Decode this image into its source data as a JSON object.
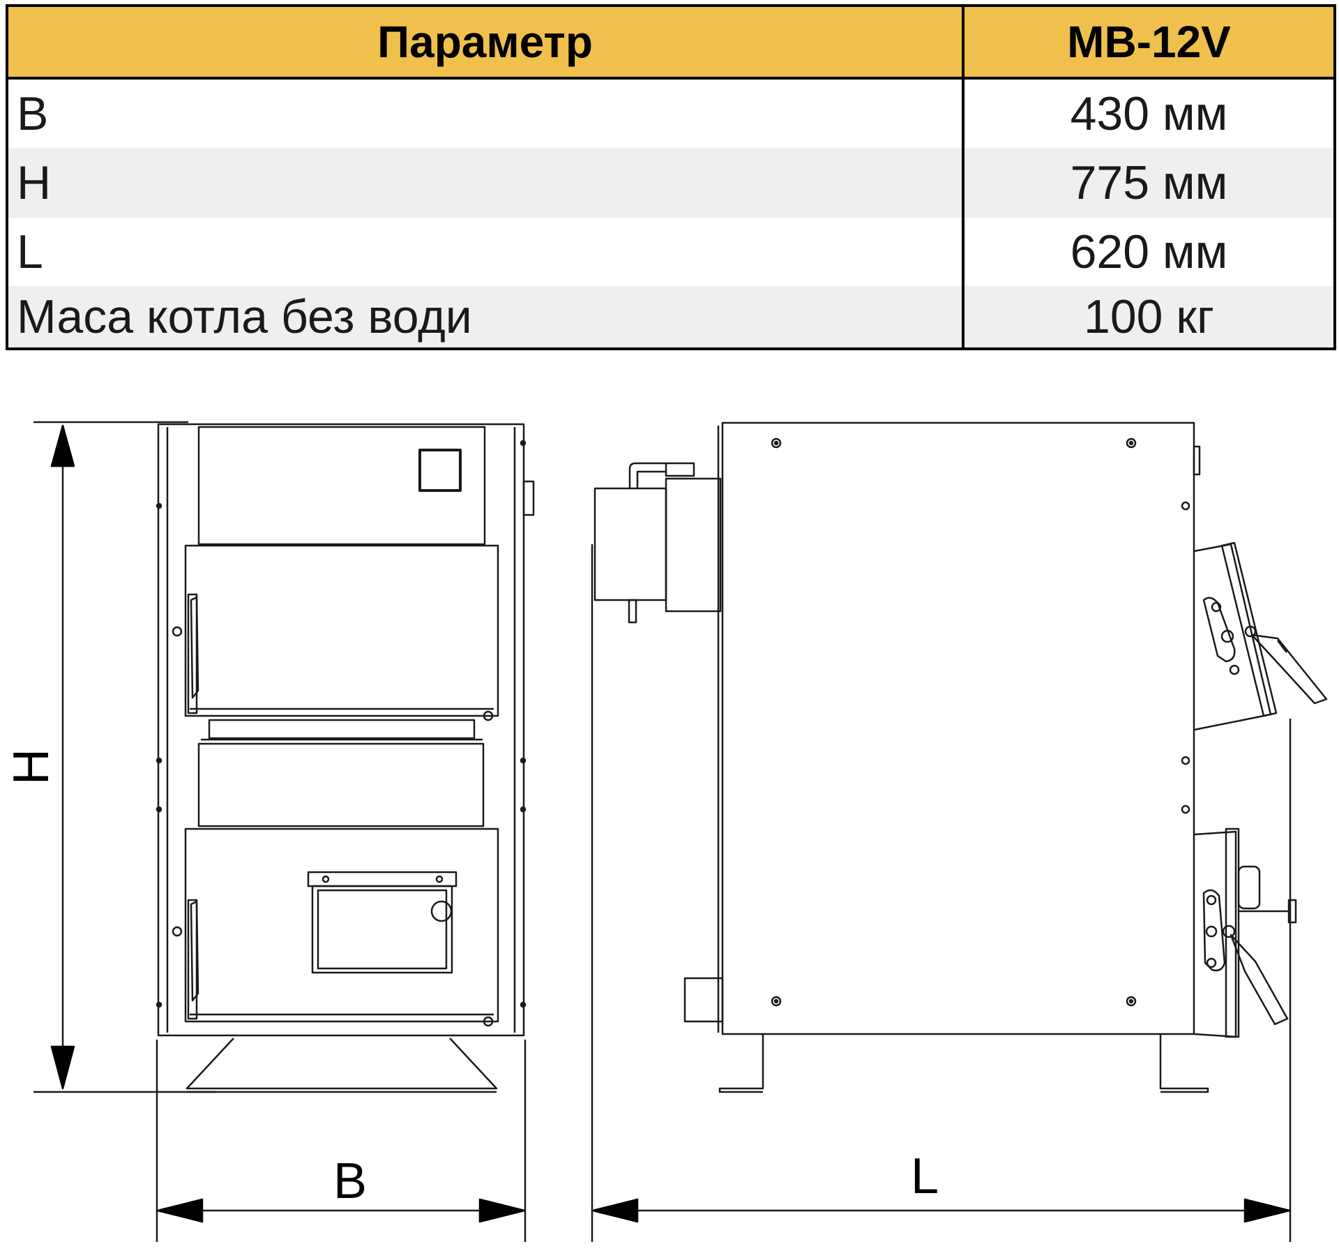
{
  "table": {
    "header": {
      "param": "Параметр",
      "model": "MB-12V"
    },
    "rows": [
      {
        "param": "B",
        "value": "430 мм"
      },
      {
        "param": "H",
        "value": "775 мм"
      },
      {
        "param": "L",
        "value": "620 мм"
      },
      {
        "param": "Маса котла без води",
        "value": "100 кг"
      }
    ]
  },
  "drawing": {
    "dimension_labels": {
      "height": "H",
      "width": "B",
      "length": "L"
    }
  },
  "colors": {
    "header_bg": "#f0c04c",
    "row_alt_bg": "#efefef",
    "line": "#1a1a1a"
  }
}
